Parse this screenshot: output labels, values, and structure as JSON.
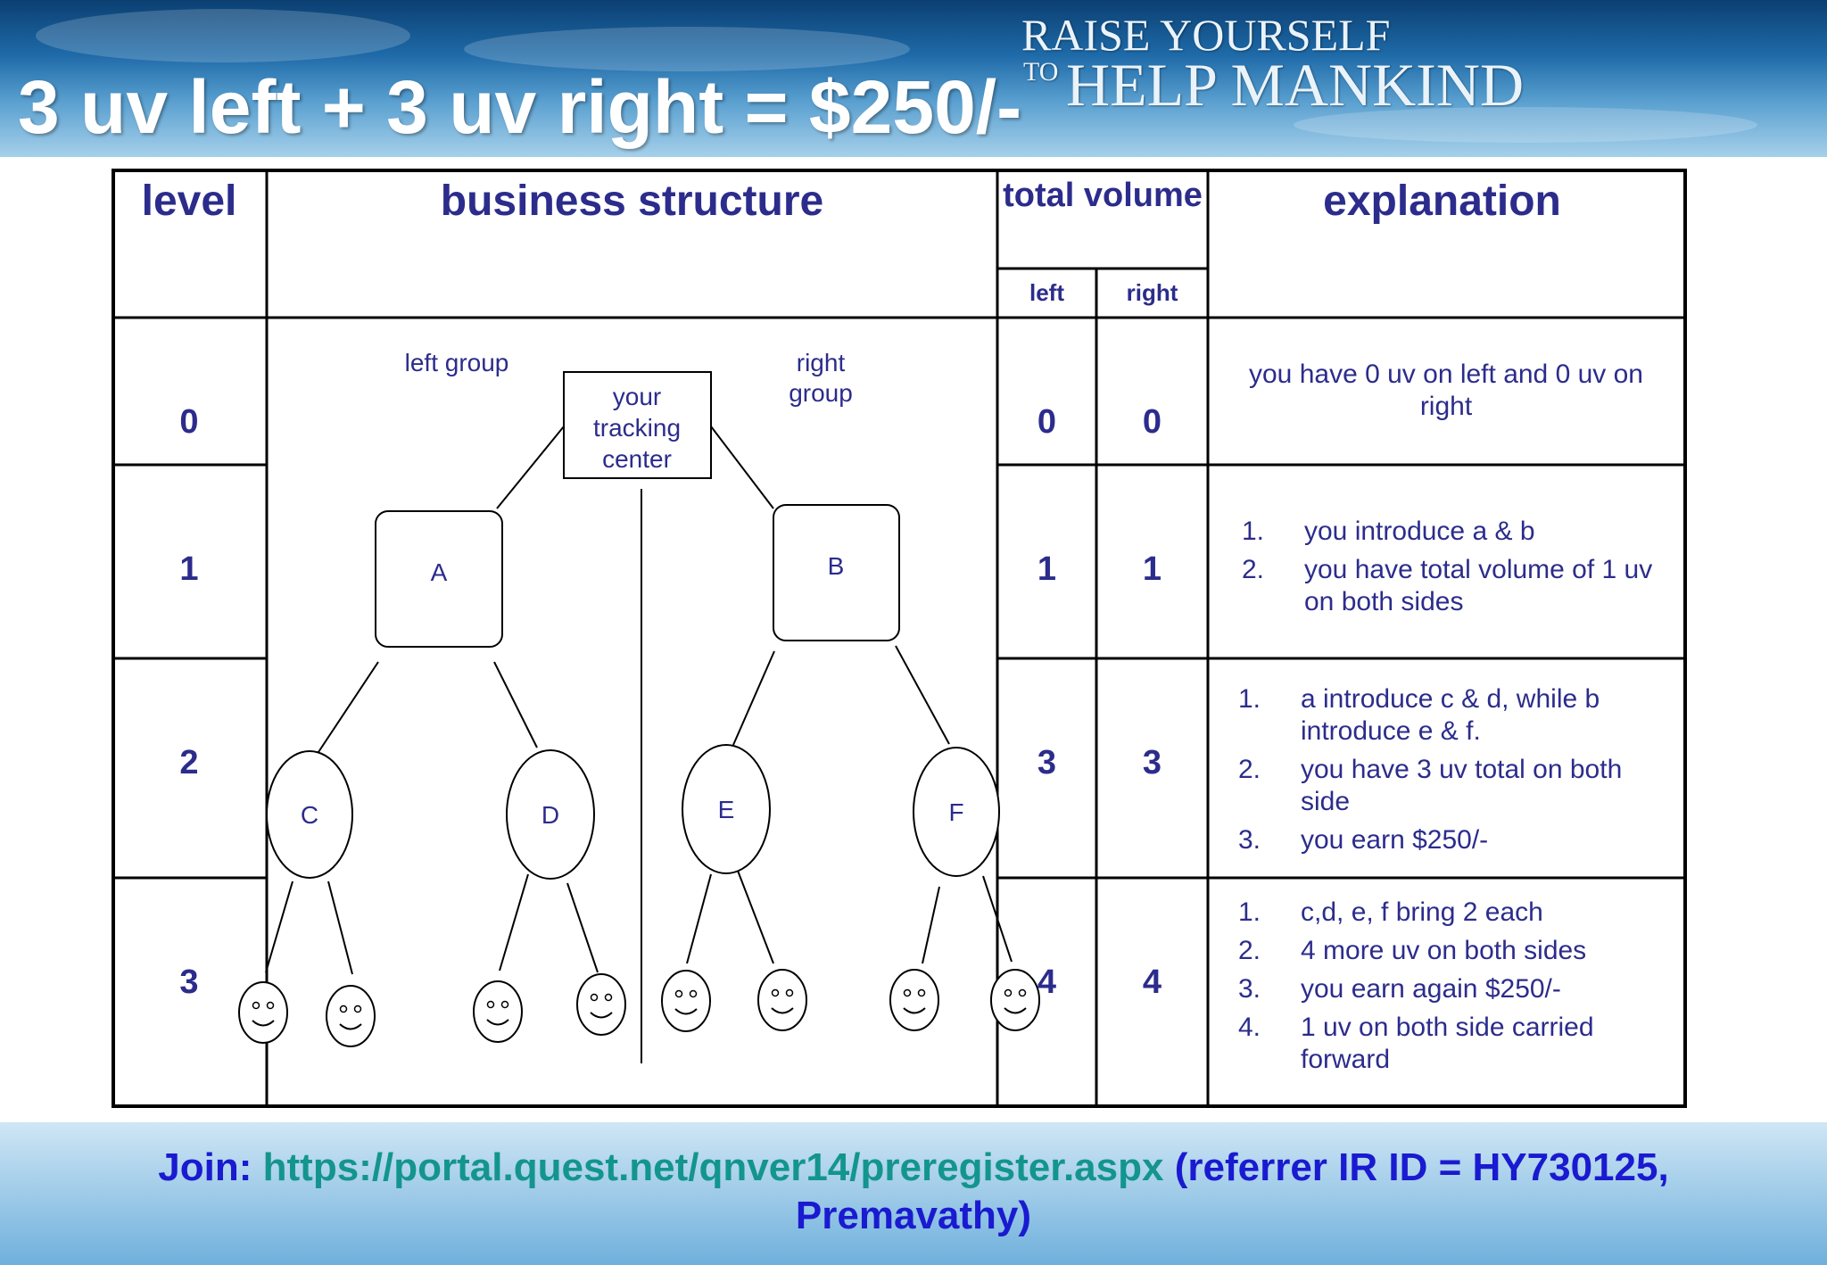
{
  "header": {
    "title": "3 uv left + 3 uv right = $250/-",
    "brand_line1": "RAISE YOURSELF",
    "brand_to": "TO",
    "brand_line2": "HELP MANKIND"
  },
  "table": {
    "headers": {
      "level": "level",
      "structure": "business structure",
      "total_volume": "total volume",
      "left": "left",
      "right": "right",
      "explanation": "explanation"
    },
    "rows": [
      {
        "level": "0",
        "left": "0",
        "right": "0",
        "explanation": [
          "you have 0 uv on left and 0 uv on right"
        ]
      },
      {
        "level": "1",
        "left": "1",
        "right": "1",
        "explanation": [
          "you introduce a & b",
          "you have total volume of 1 uv on both sides"
        ]
      },
      {
        "level": "2",
        "left": "3",
        "right": "3",
        "explanation": [
          "a introduce c & d, while b introduce e & f.",
          "you have 3 uv total on both side",
          "you earn $250/-"
        ]
      },
      {
        "level": "3",
        "left": "4",
        "right": "4",
        "explanation": [
          "c,d, e, f bring 2 each",
          "4 more uv on both sides",
          "you earn again $250/-",
          "1 uv on both side carried forward"
        ]
      }
    ],
    "list_numbers": [
      "1.",
      "2.",
      "3.",
      "4."
    ]
  },
  "diagram": {
    "left_group": "left group",
    "right_group": "right group",
    "tracking_center": [
      "your",
      "tracking",
      "center"
    ],
    "nodes": {
      "a": "A",
      "b": "B",
      "c": "C",
      "d": "D",
      "e": "E",
      "f": "F"
    },
    "smiley_icon": "smiley-face-icon"
  },
  "footer": {
    "join_label": "Join:",
    "url": "https://portal.quest.net/qnver14/preregister.aspx",
    "referrer": "(referrer IR ID = HY730125,",
    "name": "Premavathy)"
  },
  "colors": {
    "text": "#2c2c8c",
    "footer_text": "#1a1ad0",
    "url": "#13958e"
  }
}
